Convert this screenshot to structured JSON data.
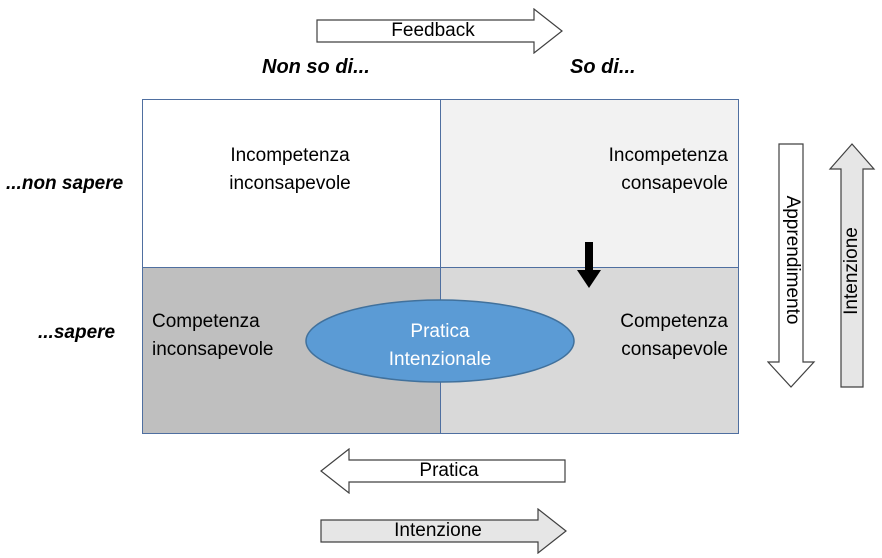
{
  "arrows": {
    "feedback": "Feedback",
    "pratica": "Pratica",
    "intenzione_bottom": "Intenzione",
    "apprendimento": "Apprendimento",
    "intenzione_right": "Intenzione"
  },
  "columns": {
    "left": "Non so di...",
    "right": "So di..."
  },
  "rows": {
    "top": "...non sapere",
    "bottom": "...sapere"
  },
  "quadrants": {
    "top_left": [
      "Incompetenza",
      "inconsapevole"
    ],
    "top_right": [
      "Incompetenza",
      "consapevole"
    ],
    "bottom_left": [
      "Competenza",
      "inconsapevole"
    ],
    "bottom_right": [
      "Competenza",
      "consapevole"
    ]
  },
  "ellipse": [
    "Pratica",
    "Intenzionale"
  ],
  "colors": {
    "grid_border": "#4f6fa0",
    "top_left_fill": "#ffffff",
    "top_right_fill": "#f2f2f2",
    "bottom_left_fill": "#bfbfbf",
    "bottom_right_fill": "#d9d9d9",
    "ellipse_fill": "#5b9bd5",
    "ellipse_stroke": "#41719c",
    "arrow_fill_white": "#ffffff",
    "arrow_fill_grey": "#e6e6e6"
  }
}
